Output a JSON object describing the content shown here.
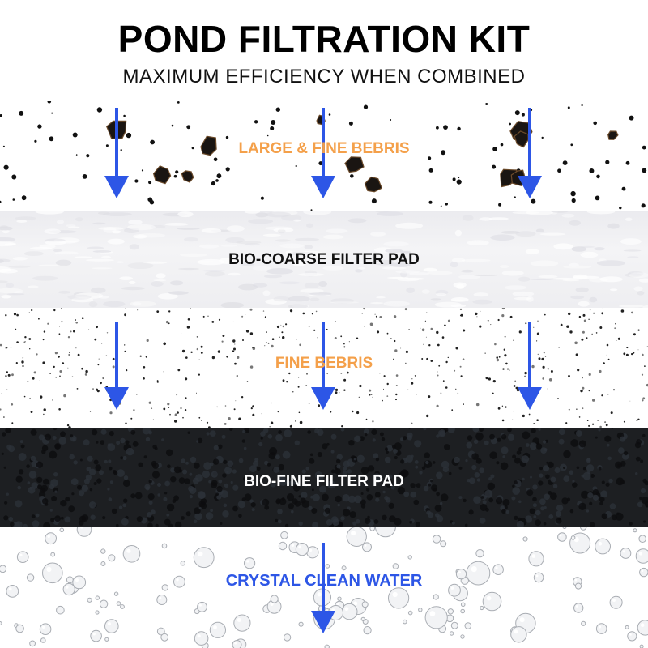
{
  "header": {
    "title": "POND FILTRATION KIT",
    "subtitle": "MAXIMUM EFFICIENCY WHEN COMBINED"
  },
  "stages": {
    "debris": {
      "label": "LARGE & FINE BEBRIS"
    },
    "coarse_pad": {
      "label": "BIO-COARSE FILTER PAD"
    },
    "fine_debris": {
      "label": "FINE BEBRIS"
    },
    "fine_pad": {
      "label": "BIO-FINE FILTER PAD"
    },
    "water": {
      "label": "CRYSTAL CLEAN WATER"
    }
  },
  "colors": {
    "arrow": "#2d56e6",
    "debris_label": "#f4a04a",
    "water_label": "#2d56e6",
    "coarse_pad": "#eeeef1",
    "fine_pad": "#1d1f22"
  },
  "icons": [
    "down-arrow-icon",
    "debris-particle",
    "water-bubble"
  ]
}
